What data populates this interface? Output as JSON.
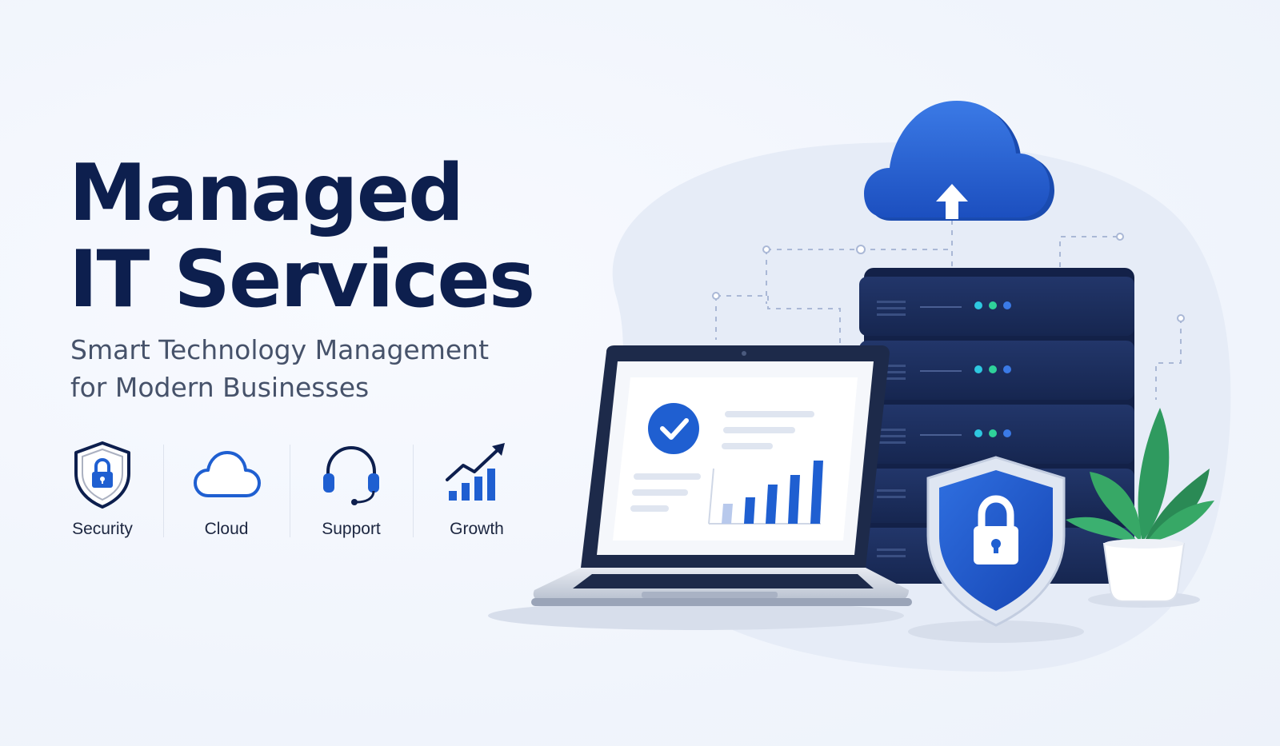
{
  "hero": {
    "title_line1": "Managed",
    "title_line2": "IT Services",
    "subtitle_line1": "Smart Technology Management",
    "subtitle_line2": "for Modern Businesses"
  },
  "features": [
    {
      "label": "Security",
      "icon": "shield-lock-icon"
    },
    {
      "label": "Cloud",
      "icon": "cloud-icon"
    },
    {
      "label": "Support",
      "icon": "headset-icon"
    },
    {
      "label": "Growth",
      "icon": "growth-chart-icon"
    }
  ],
  "illustration": {
    "elements": [
      "cloud-upload-icon",
      "server-rack",
      "laptop",
      "shield-lock-icon",
      "plant-pot"
    ]
  },
  "colors": {
    "navy": "#0d1f4e",
    "brand_blue": "#1f5fd1",
    "server_dark": "#1a2b55",
    "led_cyan": "#2ec8e0",
    "led_green": "#2fd29a",
    "plant_green": "#2f9a5f"
  }
}
